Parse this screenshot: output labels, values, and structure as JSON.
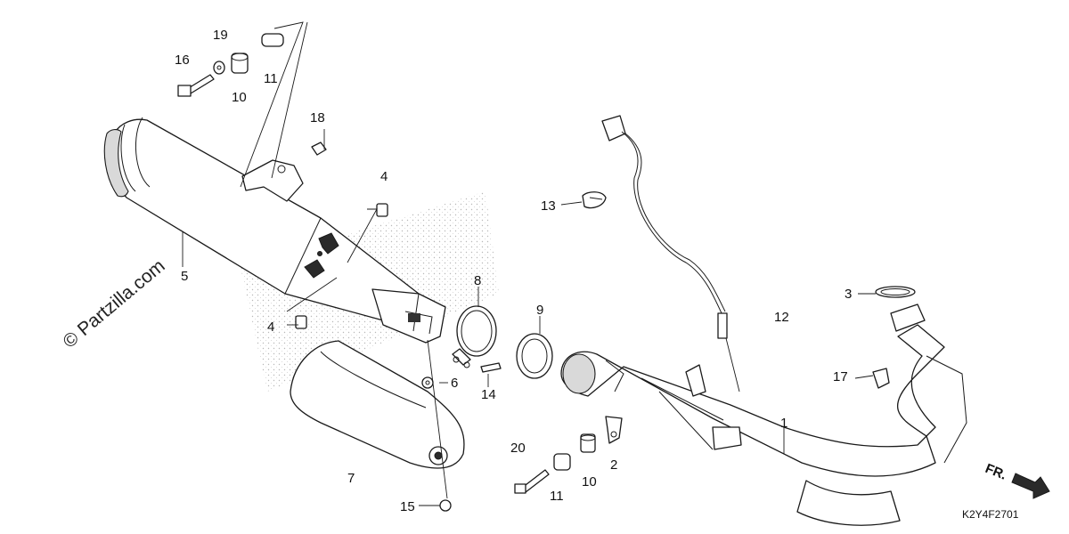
{
  "diagram_title": "",
  "watermark": "© Partzilla.com",
  "diagram_code": "K2Y4F2701",
  "front_marker": "FR.",
  "callouts": {
    "c1": "1",
    "c2": "2",
    "c3": "3",
    "c4a": "4",
    "c4b": "4",
    "c5": "5",
    "c6": "6",
    "c7": "7",
    "c8": "8",
    "c9": "9",
    "c10a": "10",
    "c10b": "10",
    "c11a": "11",
    "c11b": "11",
    "c12": "12",
    "c13": "13",
    "c14": "14",
    "c15": "15",
    "c16": "16",
    "c17": "17",
    "c18": "18",
    "c19": "19",
    "c20": "20"
  }
}
